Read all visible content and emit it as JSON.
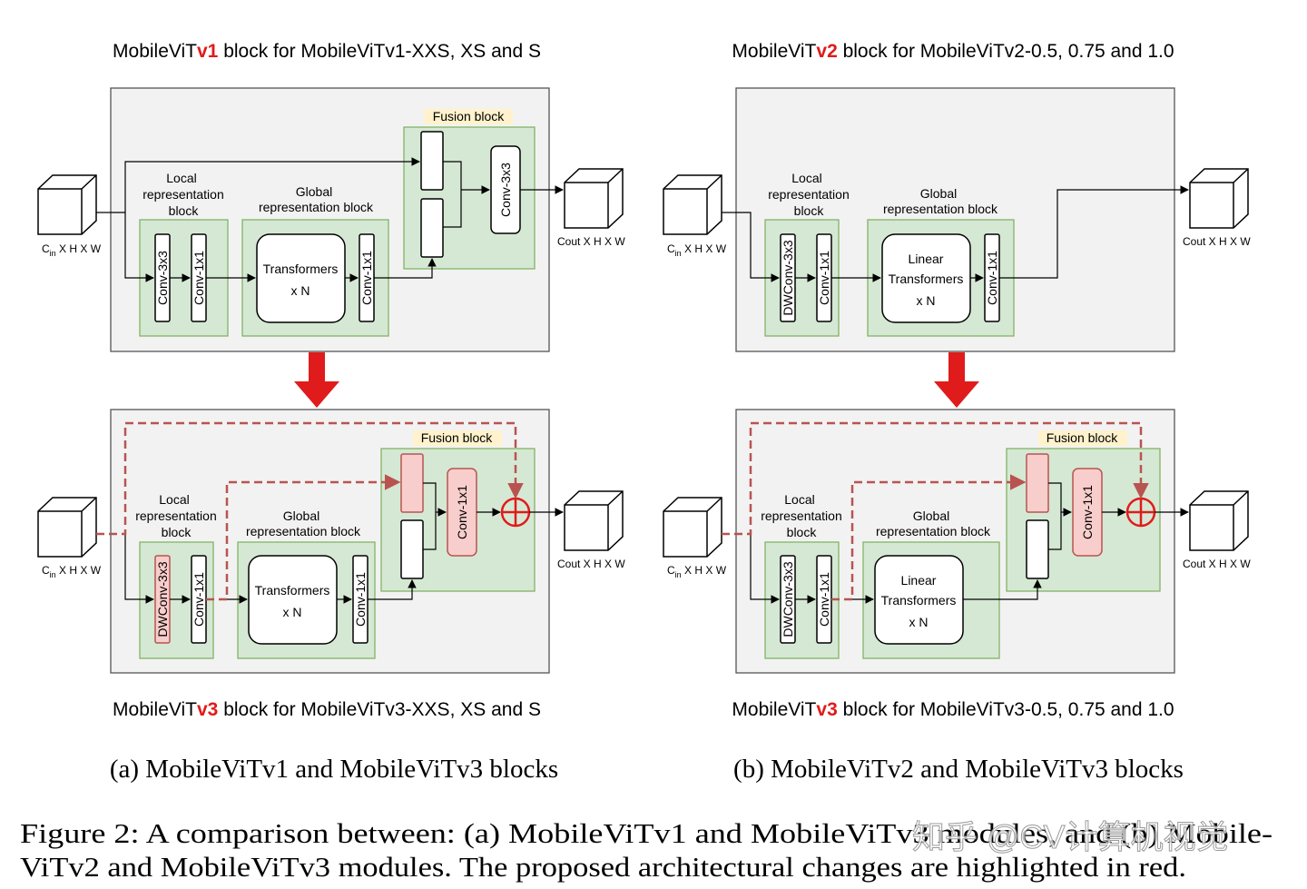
{
  "panels": {
    "a_top_title": {
      "pre": "MobileViT",
      "ver": "v1",
      "post": " block for MobileViTv1-XXS, XS and S"
    },
    "a_bot_title": {
      "pre": "MobileViT",
      "ver": "v3",
      "post": " block for MobileViTv3-XXS, XS and S"
    },
    "b_top_title": {
      "pre": "MobileViT",
      "ver": "v2",
      "post": " block for MobileViTv2-0.5, 0.75 and 1.0"
    },
    "b_bot_title": {
      "pre": "MobileViT",
      "ver": "v3",
      "post": " block for MobileViTv3-0.5, 0.75 and 1.0"
    }
  },
  "labels": {
    "local1": "Local",
    "local2": "representation",
    "local3": "block",
    "global1": "Global",
    "global2": "representation block",
    "fusion": "Fusion block",
    "transformers": "Transformers",
    "linear": "Linear",
    "xn": "x N",
    "conv3": "Conv-3x3",
    "conv1": "Conv-1x1",
    "dwconv": "DWConv-3x3",
    "cin_c": "C",
    "cin_sub": "in",
    "cin_rest": " X H X W",
    "cout": "Cout X H X W"
  },
  "captions": {
    "sub_a": "(a) MobileViTv1 and MobileViTv3 blocks",
    "sub_b": "(b) MobileViTv2 and MobileViTv3 blocks",
    "figure_line1": "Figure 2:  A comparison between:  (a) MobileViTv1 and MobileViTv3 modules, and (b) Mobile-",
    "figure_line2": "ViTv2 and MobileViTv3 modules. The proposed architectural changes are highlighted in red."
  },
  "watermark": "知乎 @CV计算机视觉",
  "colors": {
    "panel_bg": "#f2f2f2",
    "green_fill": "#d5e8d4",
    "green_stroke": "#82b366",
    "red_fill": "#f8cecc",
    "red_stroke": "#b85450",
    "red_accent": "#e01b1b",
    "fusion_label_bg": "#fff2cc"
  }
}
